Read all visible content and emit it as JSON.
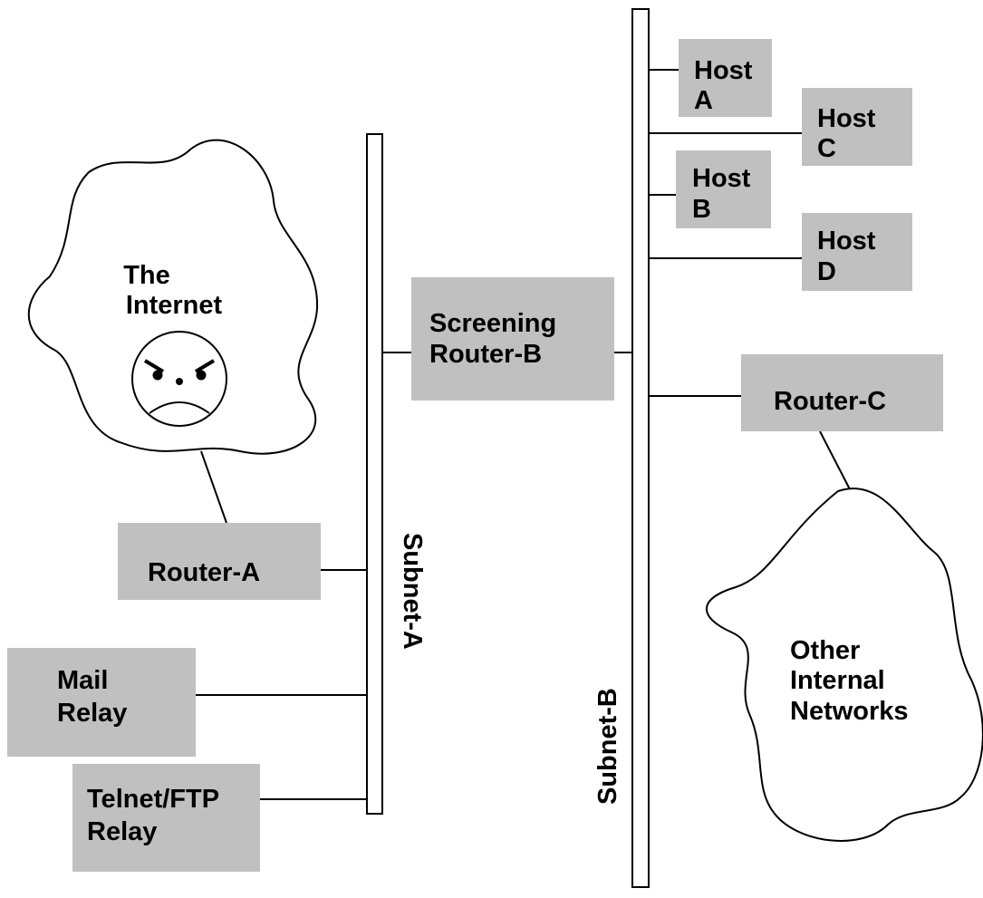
{
  "networks": {
    "internet": {
      "line1": "The",
      "line2": "Internet"
    },
    "internal": {
      "line1": "Other",
      "line2": "Internal",
      "line3": "Networks"
    }
  },
  "subnets": {
    "a": "Subnet-A",
    "b": "Subnet-B"
  },
  "devices": {
    "router_a": "Router-A",
    "screening_router_b": {
      "line1": "Screening",
      "line2": "Router-B"
    },
    "router_c": "Router-C",
    "mail_relay": {
      "line1": "Mail",
      "line2": "Relay"
    },
    "telnet_ftp_relay": {
      "line1": "Telnet/FTP",
      "line2": "Relay"
    },
    "host_a": {
      "line1": "Host",
      "line2": "A"
    },
    "host_b": {
      "line1": "Host",
      "line2": "B"
    },
    "host_c": {
      "line1": "Host",
      "line2": "C"
    },
    "host_d": {
      "line1": "Host",
      "line2": "D"
    }
  },
  "colors": {
    "device_fill": "#c0c0c0",
    "line": "#000000",
    "background": "#ffffff"
  },
  "icons": {
    "internet_face": "angry-face-icon"
  }
}
